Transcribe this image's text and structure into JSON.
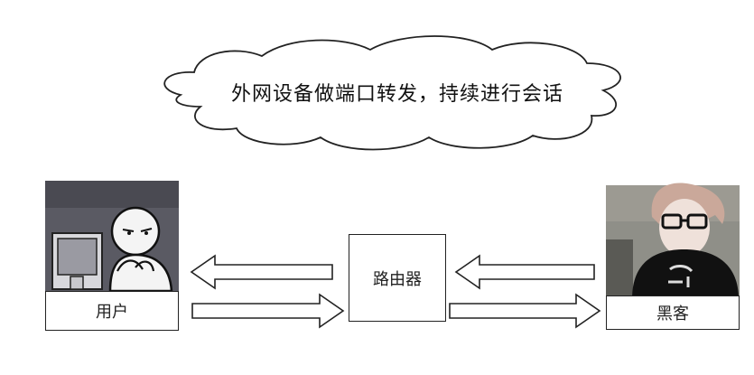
{
  "cloud": {
    "text": "外网设备做端口转发，持续进行会话"
  },
  "nodes": {
    "user": {
      "label": "用户",
      "image_icon": "office-worker-at-computer"
    },
    "router": {
      "label": "路由器"
    },
    "hacker": {
      "label": "黑客",
      "image_icon": "person-photo"
    }
  },
  "arrows": [
    {
      "from": "router",
      "to": "user",
      "direction": "left"
    },
    {
      "from": "user",
      "to": "router",
      "direction": "right"
    },
    {
      "from": "hacker",
      "to": "router",
      "direction": "left"
    },
    {
      "from": "router",
      "to": "hacker",
      "direction": "right"
    }
  ]
}
